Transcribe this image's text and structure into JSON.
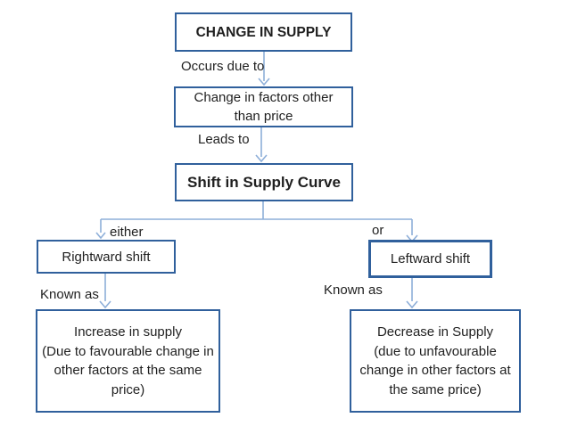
{
  "diagram": {
    "type": "flowchart",
    "title_node": "CHANGE IN SUPPLY",
    "colors": {
      "box_border": "#30609c",
      "connector": "#8eafd9",
      "text": "#1f1f1f",
      "background": "#ffffff"
    },
    "nodes": {
      "change_in_supply": {
        "label": "CHANGE IN SUPPLY"
      },
      "change_in_factors": {
        "lines": [
          "Change in factors other",
          "than price"
        ]
      },
      "shift_in_supply_curve": {
        "label": "Shift in Supply Curve"
      },
      "rightward_shift": {
        "label": "Rightward shift"
      },
      "leftward_shift": {
        "label": "Leftward shift"
      },
      "increase_in_supply": {
        "lines": [
          "Increase in supply",
          "(Due to favourable change in",
          "other factors at the same",
          "price)"
        ]
      },
      "decrease_in_supply": {
        "lines": [
          "Decrease in Supply",
          "(due to unfavourable",
          "change in other factors at",
          "the same price)"
        ]
      }
    },
    "edge_labels": {
      "occurs_due_to": "Occurs due to",
      "leads_to": "Leads to",
      "either": "either",
      "or": "or",
      "known_as_left": "Known as",
      "known_as_right": "Known as"
    }
  }
}
